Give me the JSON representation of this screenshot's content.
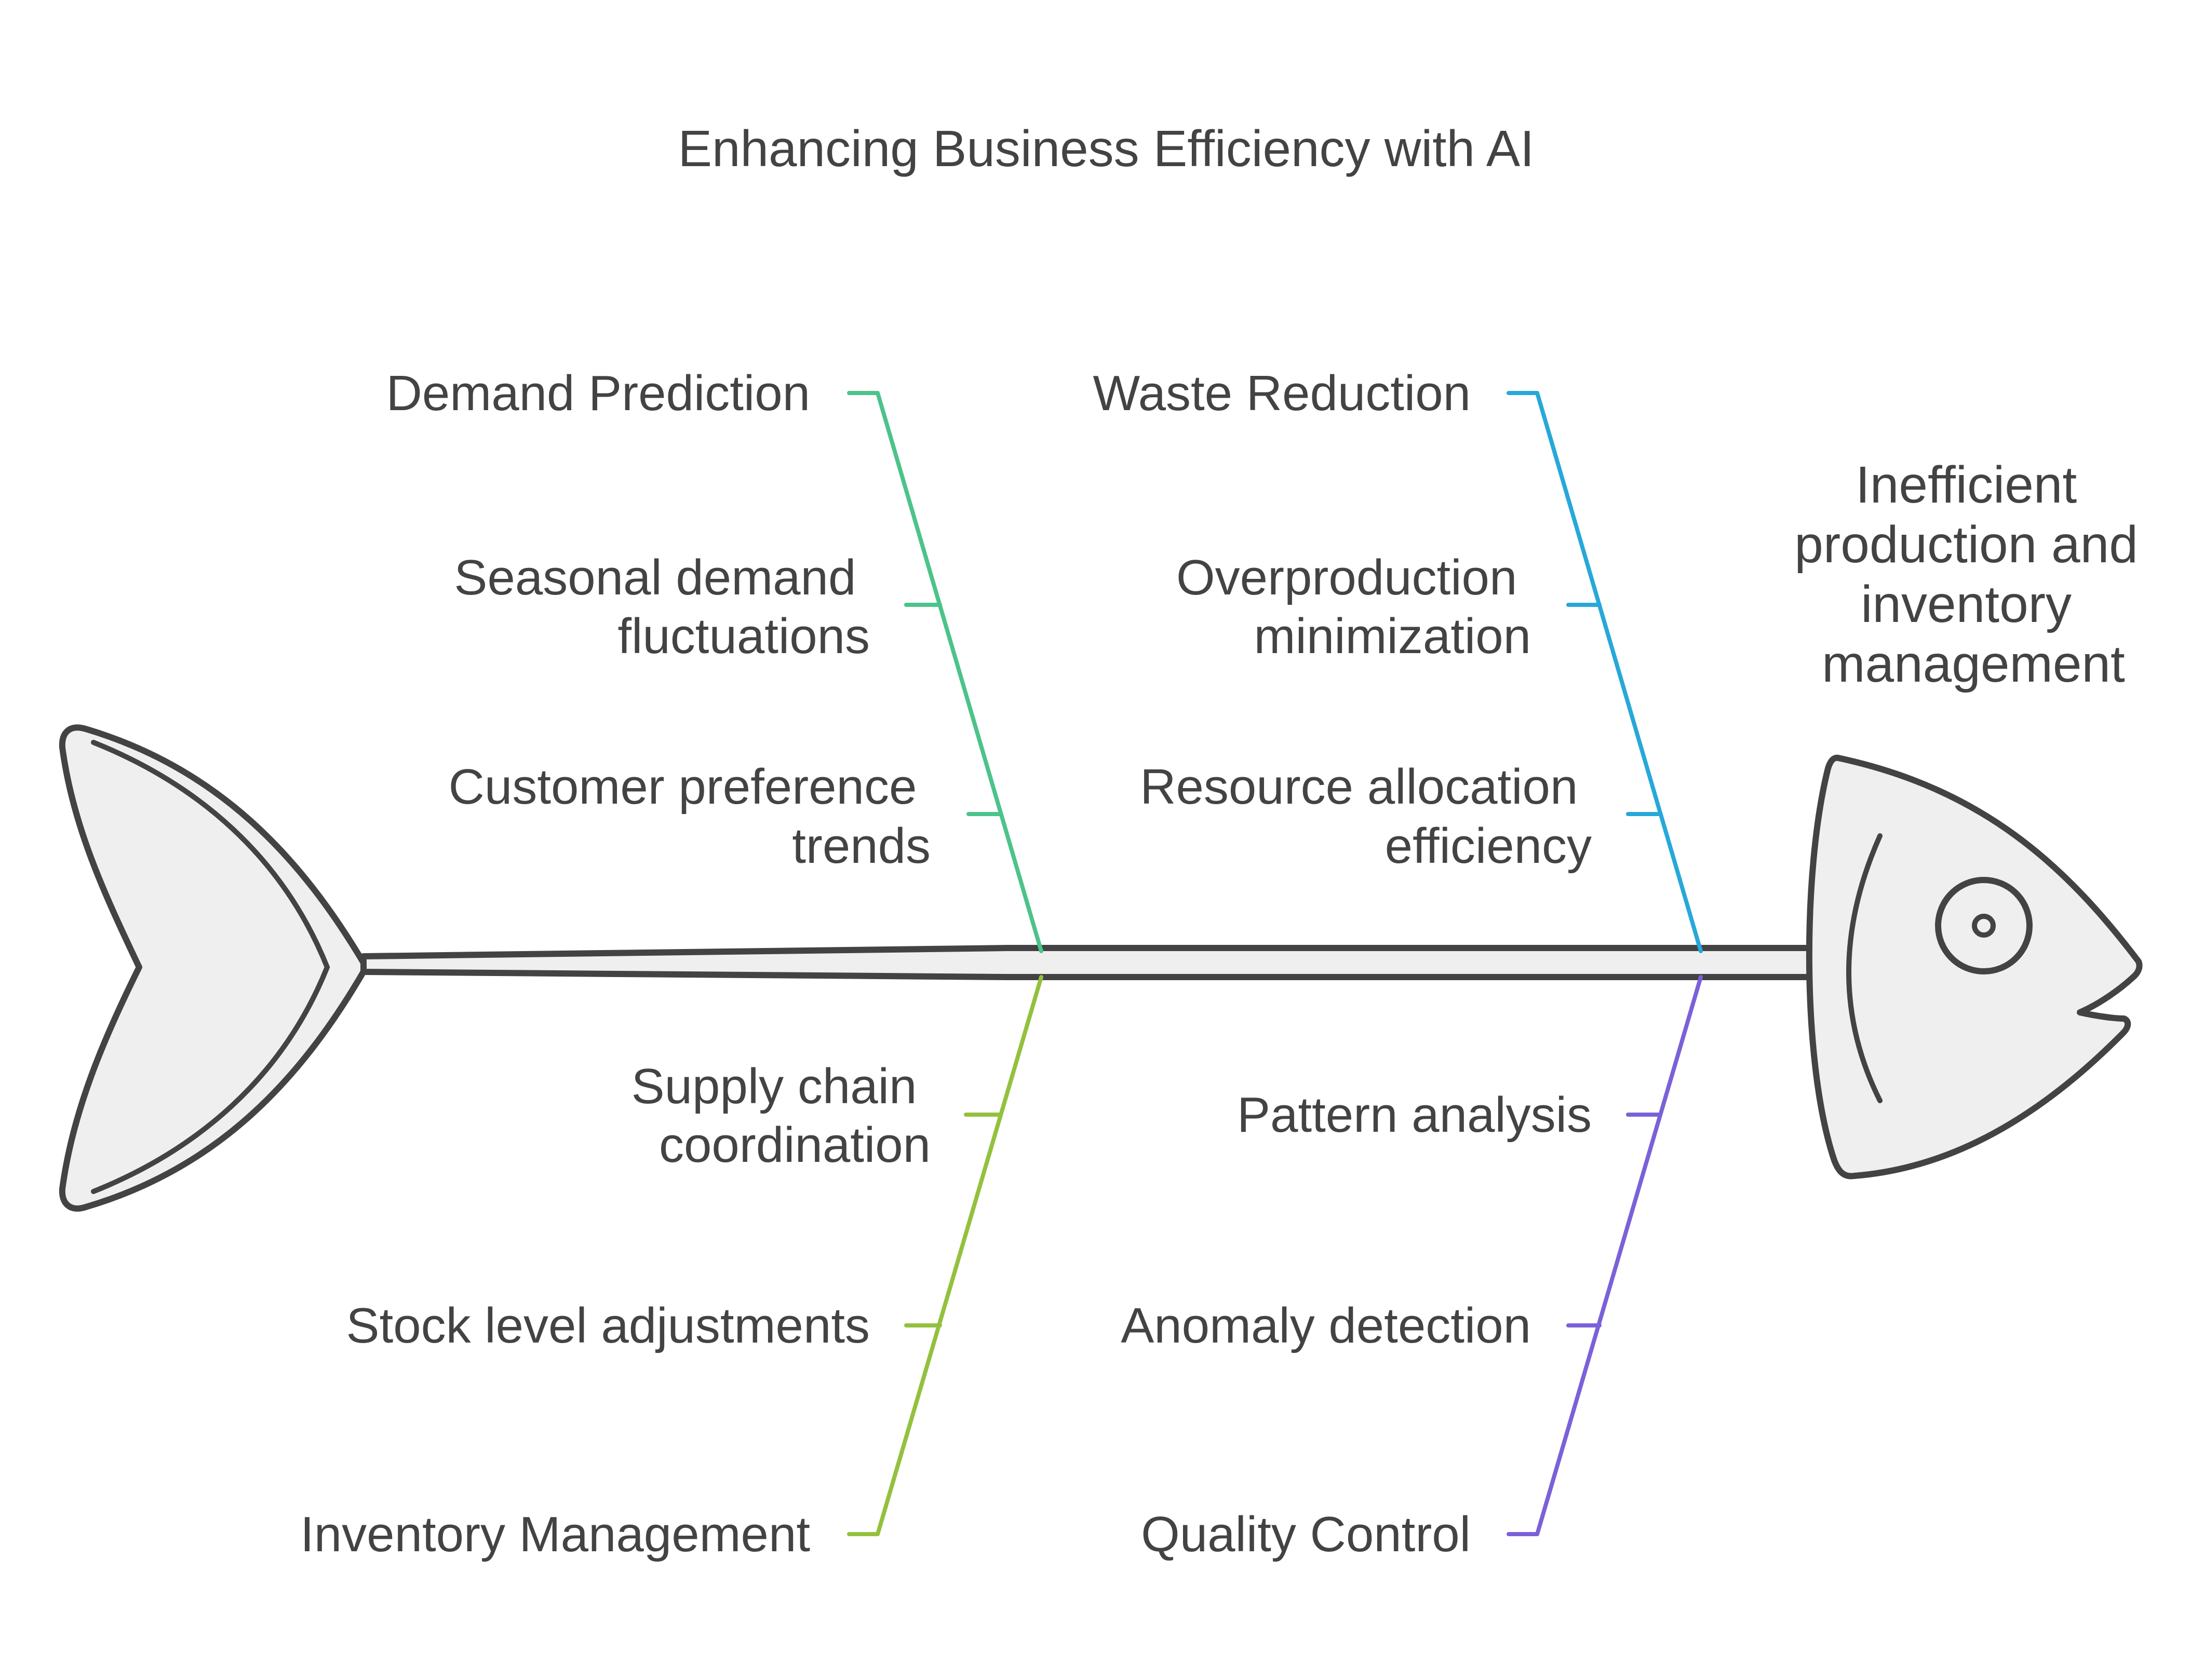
{
  "title": "Enhancing Business Efficiency with AI",
  "problem": {
    "lines": [
      "Inefficient",
      "production and",
      "inventory",
      "management"
    ]
  },
  "categories": {
    "demand_prediction": {
      "label": "Demand Prediction",
      "color": "#4cc38a",
      "causes": [
        {
          "lines": [
            "Seasonal demand",
            "fluctuations"
          ]
        },
        {
          "lines": [
            "Customer preference",
            "trends"
          ]
        }
      ]
    },
    "waste_reduction": {
      "label": "Waste Reduction",
      "color": "#27a8d8",
      "causes": [
        {
          "lines": [
            "Overproduction",
            "minimization"
          ]
        },
        {
          "lines": [
            "Resource allocation",
            "efficiency"
          ]
        }
      ]
    },
    "inventory_management": {
      "label": "Inventory Management",
      "color": "#93c13e",
      "causes": [
        {
          "lines": [
            "Supply chain",
            "coordination"
          ]
        },
        {
          "lines": [
            "Stock level adjustments"
          ]
        }
      ]
    },
    "quality_control": {
      "label": "Quality Control",
      "color": "#7b61d8",
      "causes": [
        {
          "lines": [
            "Pattern analysis"
          ]
        },
        {
          "lines": [
            "Anomaly detection"
          ]
        }
      ]
    }
  }
}
